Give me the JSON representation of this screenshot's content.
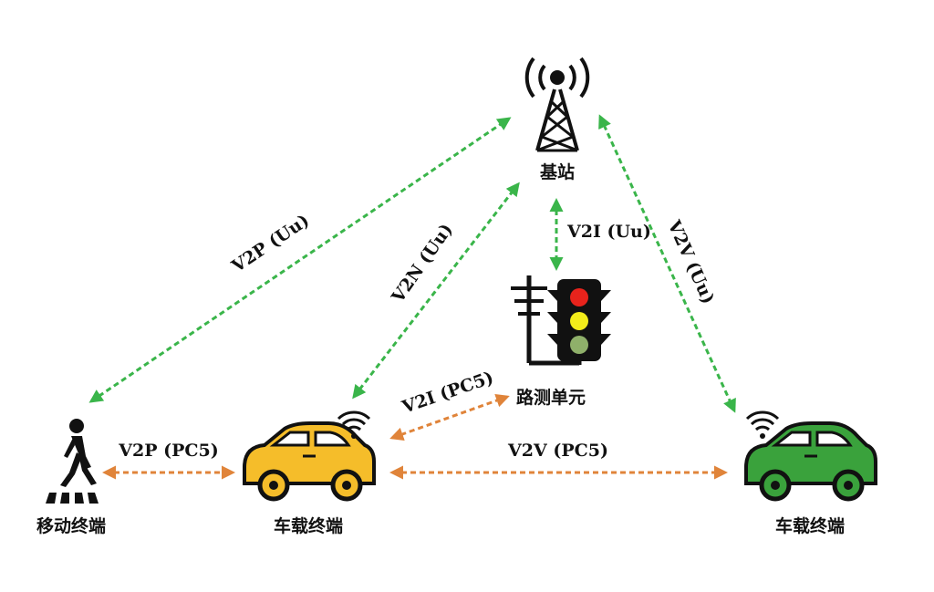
{
  "nodes": {
    "base_station": "基站",
    "roadside_unit": "路测单元",
    "mobile_terminal": "移动终端",
    "vehicle_terminal_left": "车载终端",
    "vehicle_terminal_right": "车载终端"
  },
  "links": {
    "v2p_uu": "V2P (Uu)",
    "v2n_uu": "V2N (Uu)",
    "v2i_uu": "V2I (Uu)",
    "v2v_uu": "V2V (Uu)",
    "v2i_pc5": "V2I (PC5)",
    "v2p_pc5": "V2P (PC5)",
    "v2v_pc5": "V2V (PC5)"
  },
  "colors": {
    "uu_link": "#3ab54a",
    "pc5_link": "#e0843a",
    "car_left": "#f5bd2a",
    "car_right": "#3aa23c",
    "light_red": "#e8231c",
    "light_yellow": "#f3ec1a",
    "light_green": "#8fb06a",
    "icon_dark": "#111111"
  },
  "icons": {
    "tower": "cell-tower-icon",
    "traffic_light": "traffic-light-icon",
    "pedestrian": "pedestrian-icon",
    "car": "car-icon",
    "wifi": "wifi-signal-icon"
  }
}
